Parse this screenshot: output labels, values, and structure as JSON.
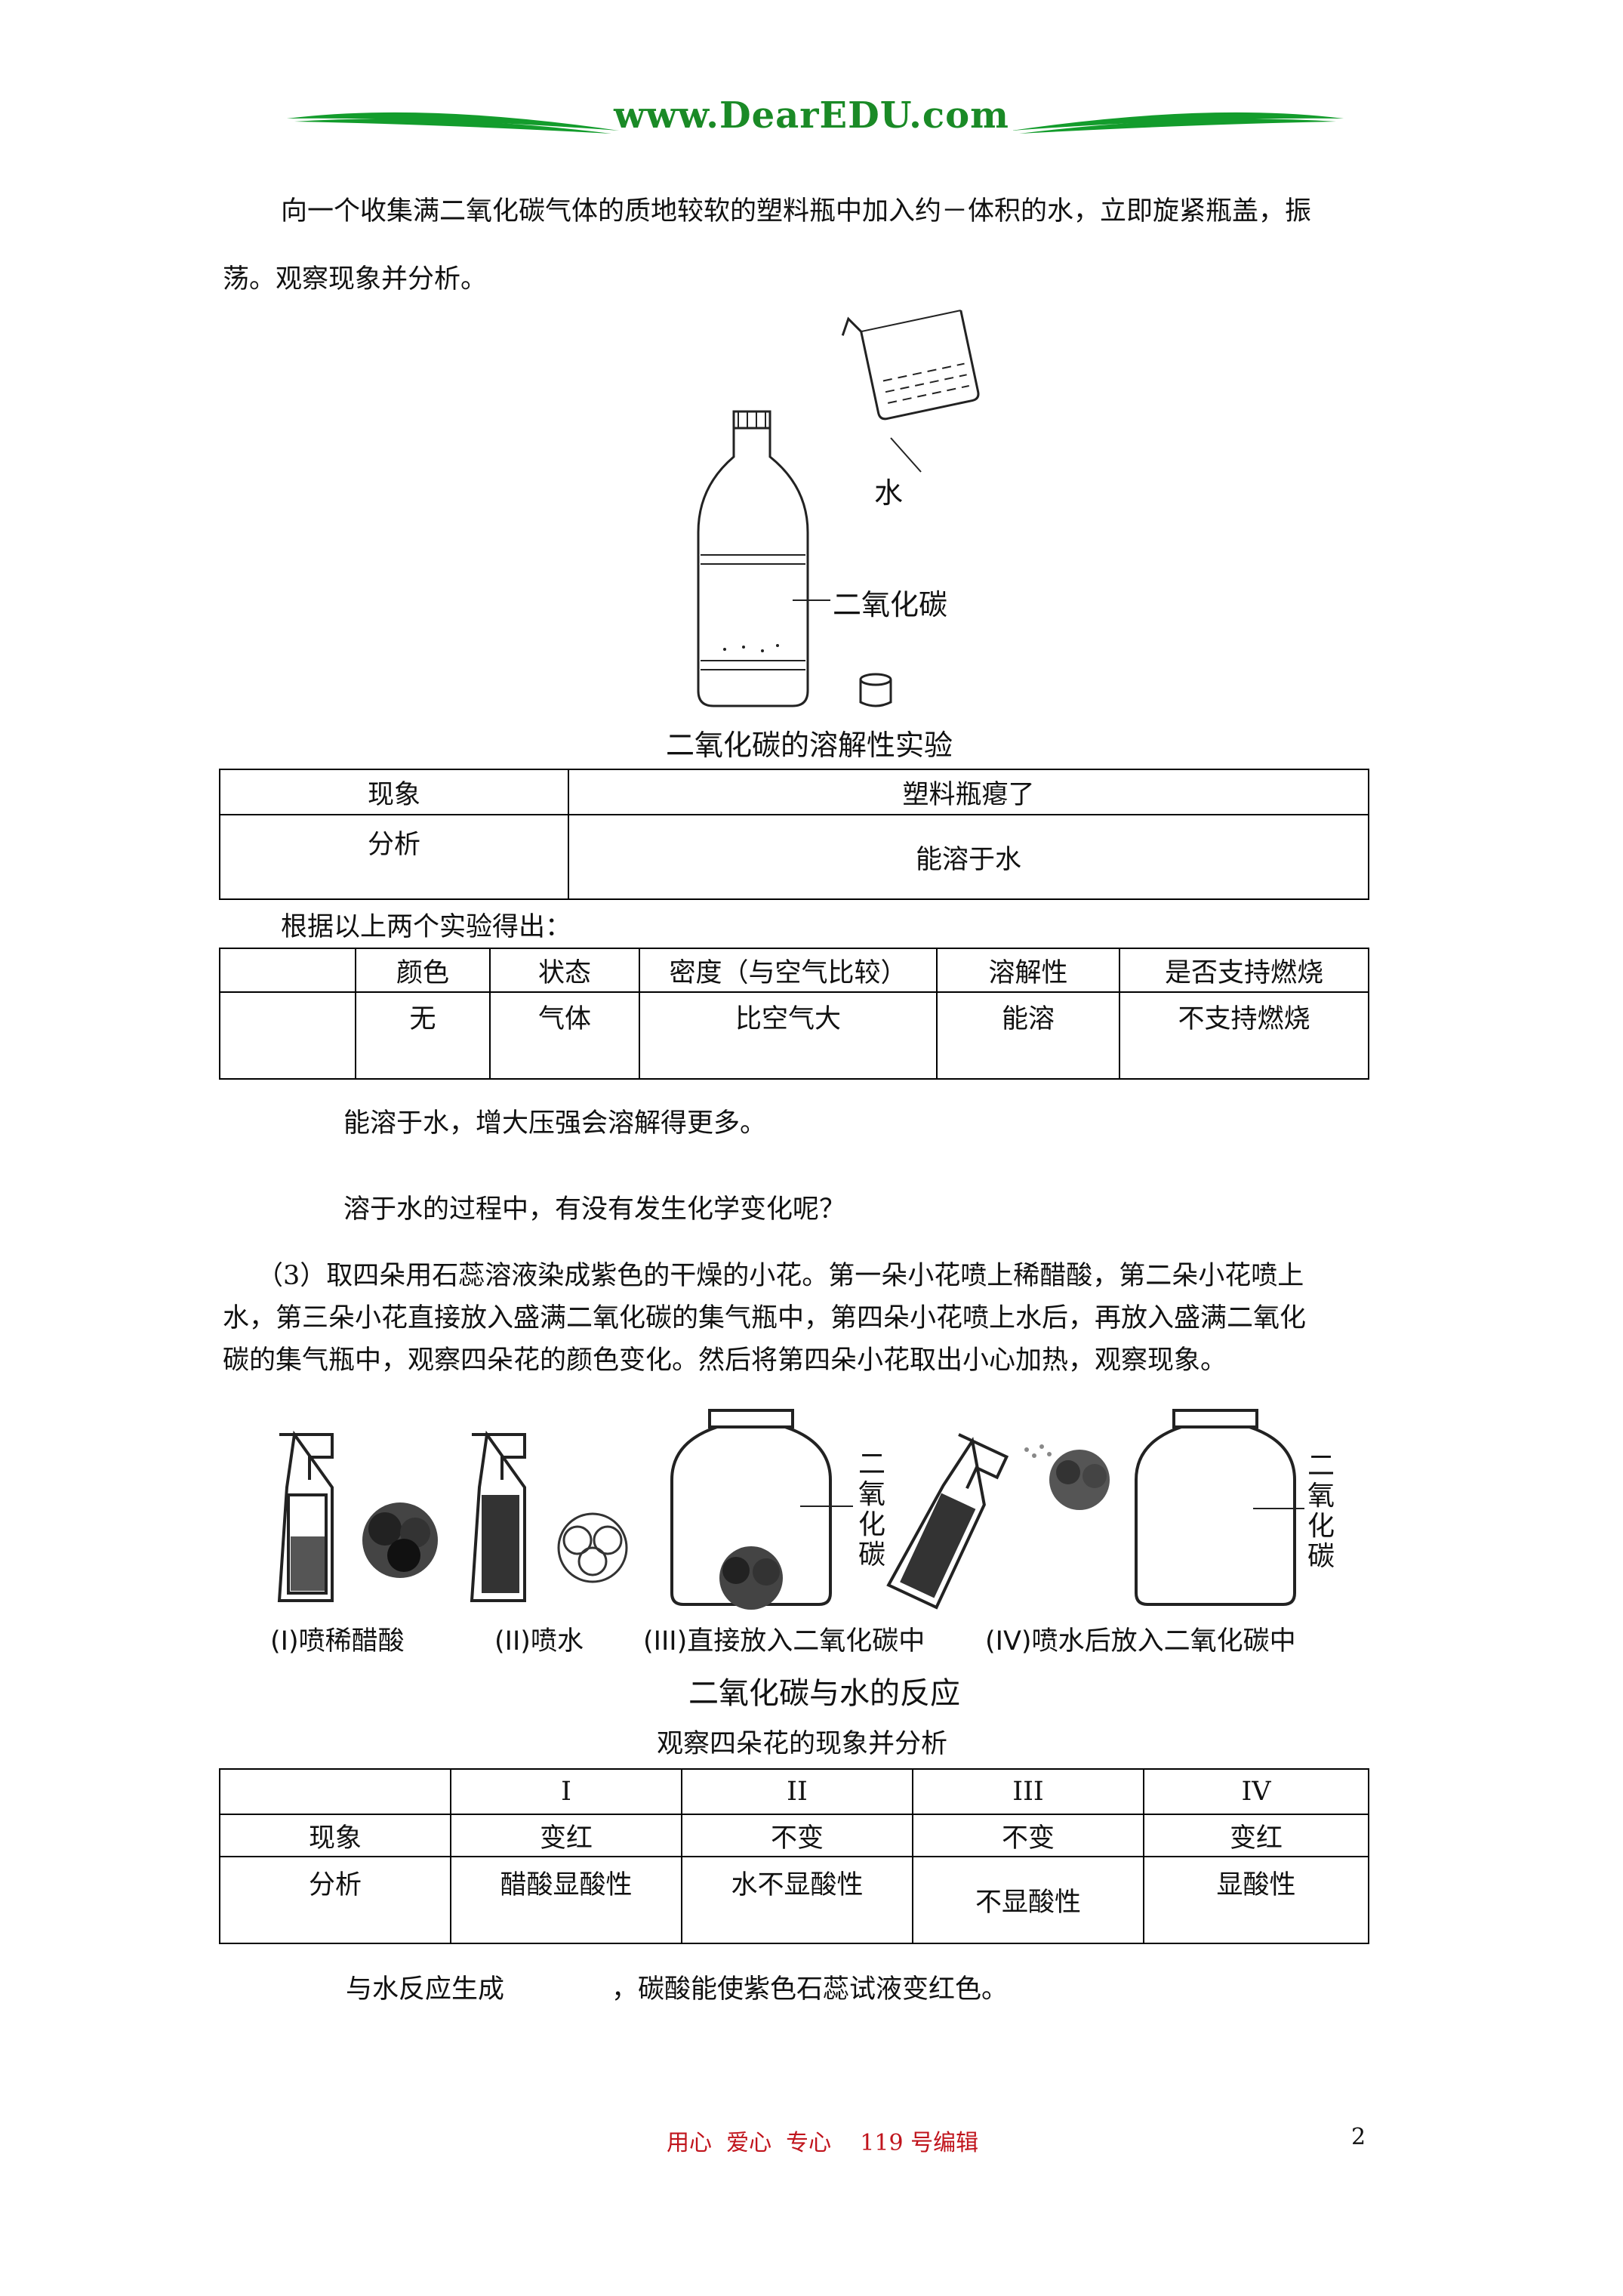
{
  "header": {
    "site": "www.DearEDU.com",
    "colors": {
      "green": "#139c2c",
      "text": "#1a8a26"
    }
  },
  "intro": {
    "line1": "向一个收集满二氧化碳气体的质地较软的塑料瓶中加入约－体积的水，立即旋紧瓶盖，振",
    "line2": "荡。观察现象并分析。"
  },
  "figure1": {
    "water_label": "水",
    "co2_label": "二氧化碳",
    "caption": "二氧化碳的溶解性实验"
  },
  "table1": {
    "rows": [
      {
        "head": "现象",
        "value": "塑料瓶瘪了"
      },
      {
        "head": "分析",
        "value": "能溶于水"
      }
    ]
  },
  "conclusion_intro": "根据以上两个实验得出：",
  "table2": {
    "headers": [
      "",
      "颜色",
      "状态",
      "密度（与空气比较）",
      "溶解性",
      "是否支持燃烧"
    ],
    "values": [
      "",
      "无",
      "气体",
      "比空气大",
      "能溶",
      "不支持燃烧"
    ]
  },
  "notes": {
    "note1": "能溶于水，增大压强会溶解得更多。",
    "note2": "溶于水的过程中，有没有发生化学变化呢？"
  },
  "step3": {
    "line1": "（3）取四朵用石蕊溶液染成紫色的干燥的小花。第一朵小花喷上稀醋酸，第二朵小花喷上",
    "line2": "水，第三朵小花直接放入盛满二氧化碳的集气瓶中，第四朵小花喷上水后，再放入盛满二氧化",
    "line3": "碳的集气瓶中，观察四朵花的颜色变化。然后将第四朵小花取出小心加热，观察现象。"
  },
  "figure2": {
    "labels": [
      "(I)喷稀醋酸",
      "(II)喷水",
      "(III)直接放入二氧化碳中",
      "(IV)喷水后放入二氧化碳中"
    ],
    "jar_label_chars": [
      "二",
      "氧",
      "化",
      "碳"
    ],
    "caption": "二氧化碳与水的反应"
  },
  "table3": {
    "title": "观察四朵花的现象并分析",
    "headers": [
      "",
      "I",
      "II",
      "III",
      "IV"
    ],
    "rows": [
      [
        "现象",
        "变红",
        "不变",
        "不变",
        "变红"
      ],
      [
        "分析",
        "醋酸显酸性",
        "水不显酸性",
        "不显酸性",
        "显酸性"
      ]
    ]
  },
  "final": {
    "part1": "与水反应生成",
    "part2": "，碳酸能使紫色石蕊试液变红色。"
  },
  "footer": {
    "text": "用心  爱心  专心    119 号编辑",
    "page": "2",
    "color": "#c0141c"
  }
}
